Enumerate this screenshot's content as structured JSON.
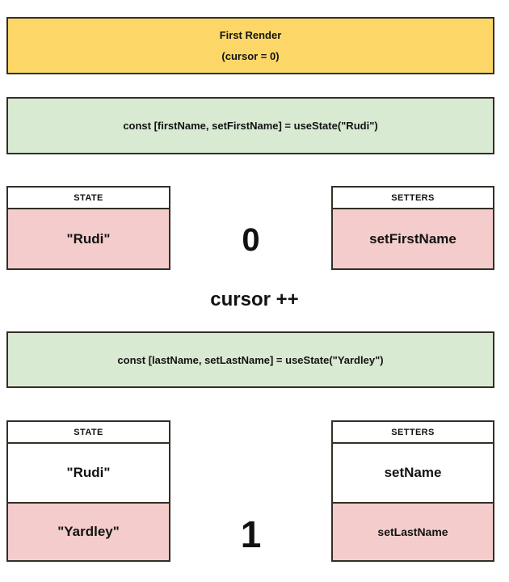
{
  "banner": {
    "title": "First Render",
    "cursor_note": "(cursor = 0)"
  },
  "code_boxes": [
    {
      "code": "const [firstName, setFirstName] = useState(\"Rudi\")"
    },
    {
      "code": "const [lastName, setLastName] = useState(\"Yardley\")"
    }
  ],
  "row1": {
    "cursor": "0",
    "state": {
      "header": "STATE",
      "cells": [
        {
          "text": "\"Rudi\"",
          "active": true
        }
      ]
    },
    "setters": {
      "header": "SETTERS",
      "cells": [
        {
          "text": "setFirstName",
          "active": true
        }
      ]
    }
  },
  "cursor_increment_label": "cursor ++",
  "row2": {
    "cursor": "1",
    "state": {
      "header": "STATE",
      "cells": [
        {
          "text": "\"Rudi\"",
          "active": false
        },
        {
          "text": "\"Yardley\"",
          "active": true
        }
      ]
    },
    "setters": {
      "header": "SETTERS",
      "cells": [
        {
          "text": "setName",
          "active": false
        },
        {
          "text": "setLastName",
          "active": true
        }
      ]
    }
  },
  "colors": {
    "banner_yellow": "#FCD768",
    "code_green": "#D9EAD3",
    "active_pink": "#F4CCCC",
    "border": "#322F27"
  }
}
